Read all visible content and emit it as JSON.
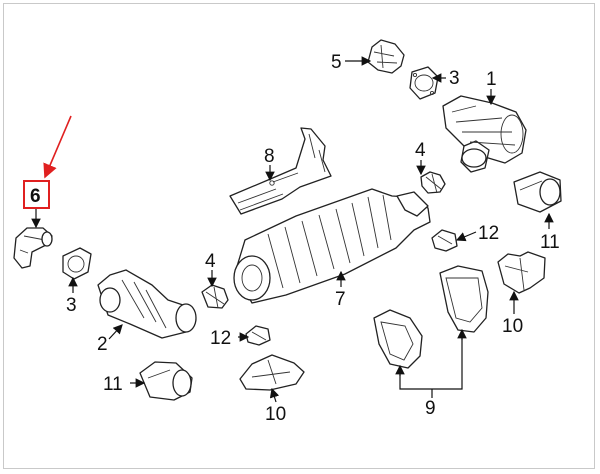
{
  "highlight_color": "#e02020",
  "callouts": {
    "c1": "1",
    "c2": "2",
    "c3a": "3",
    "c3b": "3",
    "c4a": "4",
    "c4b": "4",
    "c5": "5",
    "c6": "6",
    "c7": "7",
    "c8": "8",
    "c9": "9",
    "c10a": "10",
    "c10b": "10",
    "c11a": "11",
    "c11b": "11",
    "c12a": "12",
    "c12b": "12"
  }
}
